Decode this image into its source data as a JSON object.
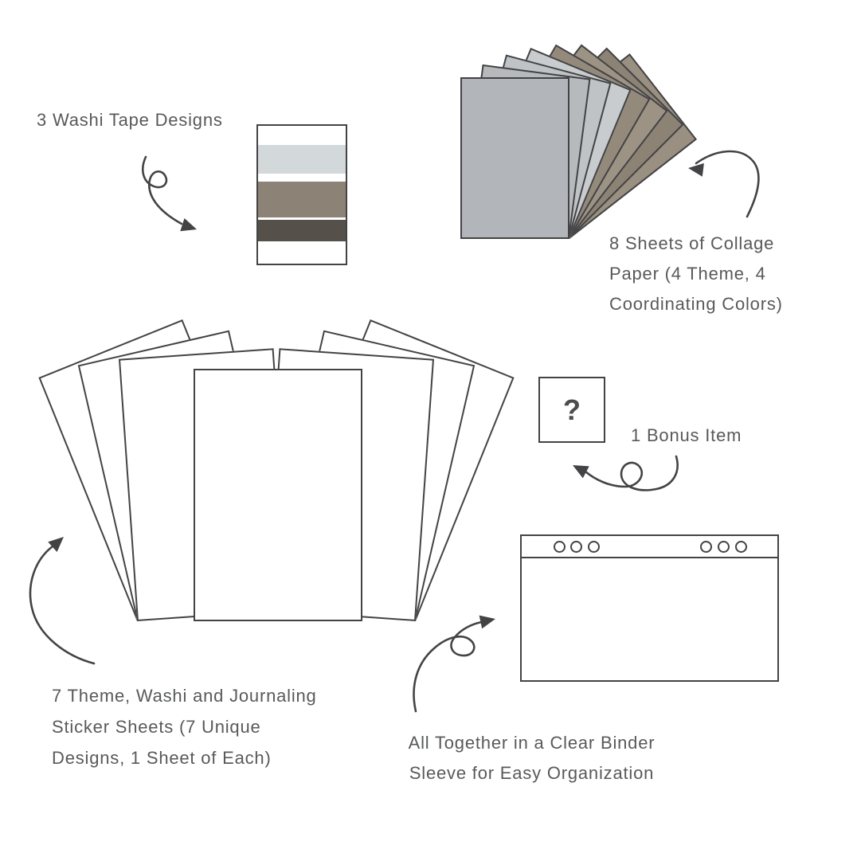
{
  "colors": {
    "background": "#ffffff",
    "text": "#58595b",
    "line": "#434345",
    "sticker_sheet_fill": "#ffffff"
  },
  "labels": {
    "washi_tape": "3 Washi Tape Designs",
    "collage_paper": [
      "8 Sheets of Collage",
      "Paper (4 Theme, 4",
      "Coordinating Colors)"
    ],
    "bonus_item": "1 Bonus Item",
    "sticker_sheets": [
      "7 Theme, Washi and Journaling",
      "Sticker Sheets (7 Unique",
      "Designs, 1 Sheet of Each)"
    ],
    "binder_sleeve": [
      "All Together in a Clear Binder",
      "Sleeve for Easy Organization"
    ]
  },
  "washi_tape": {
    "stripe_colors": [
      "#d3d8da",
      "#8c8276",
      "#56504a"
    ]
  },
  "collage_fan": {
    "sheet_count": 8,
    "sheet_colors_back_to_front": [
      "#9a9082",
      "#8d8375",
      "#9d9385",
      "#948a7c",
      "#c9cccf",
      "#bfc3c6",
      "#b7babd",
      "#b2b5b9"
    ]
  },
  "sticker_fan": {
    "sheet_count": 7
  },
  "bonus_box": {
    "symbol": "?"
  },
  "binder": {
    "hole_count": 6
  }
}
